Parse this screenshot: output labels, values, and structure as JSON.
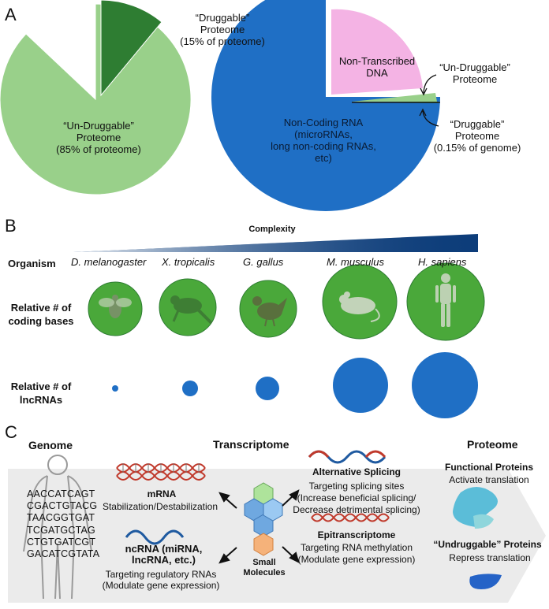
{
  "panel_a": {
    "letter": "A",
    "pie1": {
      "druggable_label_1": "“Druggable”",
      "druggable_label_2": "Proteome",
      "druggable_label_3": "(15% of proteome)",
      "undruggable_label_1": "“Un-Druggable”",
      "undruggable_label_2": "Proteome",
      "undruggable_label_3": "(85% of proteome)",
      "colors": {
        "druggable": "#2e7d32",
        "undruggable": "#99d08a"
      }
    },
    "pie2": {
      "nontranscribed_1": "Non-Transcribed",
      "nontranscribed_2": "DNA",
      "undruggable_1": "“Un-Druggable”",
      "undruggable_2": "Proteome",
      "druggable_1": "“Druggable”",
      "druggable_2": "Proteome",
      "druggable_3": "(0.15% of genome)",
      "noncoding_1": "Non-Coding RNA",
      "noncoding_2": "(microRNAs,",
      "noncoding_3": "long non-coding RNAs,",
      "noncoding_4": "etc)",
      "colors": {
        "noncoding": "#1f6fc5",
        "nontranscribed": "#f4b3e4",
        "undruggable": "#99d08a",
        "druggable": "#2e7d32"
      }
    }
  },
  "panel_b": {
    "letter": "B",
    "complexity_label": "Complexity",
    "row_organism": "Organism",
    "row_coding_1": "Relative # of",
    "row_coding_2": "coding bases",
    "row_lnc_1": "Relative # of",
    "row_lnc_2": "lncRNAs",
    "organisms": [
      "D. melanogaster",
      "X. tropicalis",
      "G. gallus",
      "M. musculus",
      "H. sapiens"
    ],
    "colors": {
      "coding": "#4aa83a",
      "lncrna": "#1f6fc5",
      "wedge": "#0d3d7a"
    }
  },
  "panel_c": {
    "letter": "C",
    "genome_title": "Genome",
    "transcriptome_title": "Transcriptome",
    "proteome_title": "Proteome",
    "sequences": [
      "AACCATCAGT",
      "CGACTGTACG",
      "TAACGGTGAT",
      "TCGATGCTAG",
      "CTGTGATCGT",
      "GACATCGTATA"
    ],
    "mrna_title": "mRNA",
    "mrna_desc": "Stabilization/Destabilization",
    "ncrna_title": "ncRNA (miRNA,",
    "ncrna_title_2": "lncRNA, etc.)",
    "ncrna_desc_1": "Targeting regulatory RNAs",
    "ncrna_desc_2": "(Modulate gene expression)",
    "small_molecules_1": "Small",
    "small_molecules_2": "Molecules",
    "alt_title": "Alternative Splicing",
    "alt_desc_1": "Targeting splicing sites",
    "alt_desc_2": "(Increase beneficial splicing/",
    "alt_desc_3": "Decrease detrimental splicing)",
    "epi_title": "Epitranscriptome",
    "epi_desc_1": "Targeting RNA methylation",
    "epi_desc_2": "(Modulate gene expression)",
    "func_title": "Functional Proteins",
    "func_desc": "Activate translation",
    "undrug_title": "“Undruggable” Proteins",
    "undrug_desc": "Repress translation"
  }
}
